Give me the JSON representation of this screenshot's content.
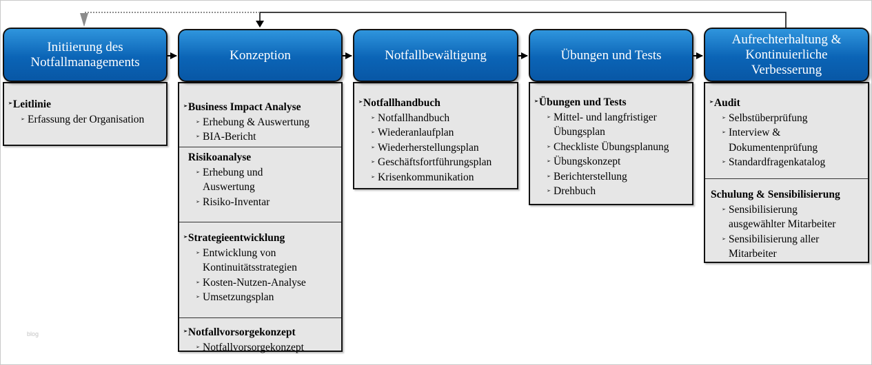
{
  "phases": [
    {
      "title": "Initiierung des\nNotfallmanagements",
      "sections": [
        {
          "heading": "Leitlinie",
          "items": [
            "Erfassung der Organisation"
          ]
        }
      ]
    },
    {
      "title": "Konzeption",
      "sections": [
        {
          "heading": "Business Impact Analyse",
          "items": [
            "Erhebung & Auswertung",
            "BIA-Bericht"
          ]
        },
        {
          "heading": "Risikoanalyse",
          "items": [
            "Erhebung und\nAuswertung",
            "Risiko-Inventar"
          ]
        },
        {
          "heading": "Strategieentwicklung",
          "items": [
            "Entwicklung von\nKontinuitätsstrategien",
            "Kosten-Nutzen-Analyse",
            "Umsetzungsplan"
          ]
        },
        {
          "heading": "Notfallvorsorgekonzept",
          "items": [
            "Notfallvorsorgekonzept"
          ]
        }
      ]
    },
    {
      "title": "Notfallbewältigung",
      "sections": [
        {
          "heading": "Notfallhandbuch",
          "items": [
            "Notfallhandbuch",
            "Wiederanlaufplan",
            "Wiederherstellungsplan",
            "Geschäftsfortführungsplan",
            "Krisenkommunikation"
          ]
        }
      ]
    },
    {
      "title": "Übungen und Tests",
      "sections": [
        {
          "heading": "Übungen und Tests",
          "items": [
            "Mittel- und langfristiger\nÜbungsplan",
            "Checkliste Übungsplanung",
            "Übungskonzept",
            "Berichterstellung",
            "Drehbuch"
          ]
        }
      ]
    },
    {
      "title": "Aufrechterhaltung &\nKontinuierliche\nVerbesserung",
      "sections": [
        {
          "heading": "Audit",
          "items": [
            "Selbstüberprüfung",
            "Interview &\nDokumentenprüfung",
            "Standardfragenkatalog"
          ]
        },
        {
          "heading": "Schulung & Sensibilisierung",
          "items": [
            "Sensibilisierung\nausgewählter Mitarbeiter",
            "Sensibilisierung aller\nMitarbeiter"
          ]
        }
      ]
    }
  ],
  "bullet_glyph": "➢",
  "watermark": "blog",
  "colors": {
    "phase_top": "#2f95dd",
    "phase_bottom": "#0857a5",
    "box_fill": "#e6e6e6",
    "border": "#111111",
    "dotted_feedback": "#8c8c8c"
  }
}
